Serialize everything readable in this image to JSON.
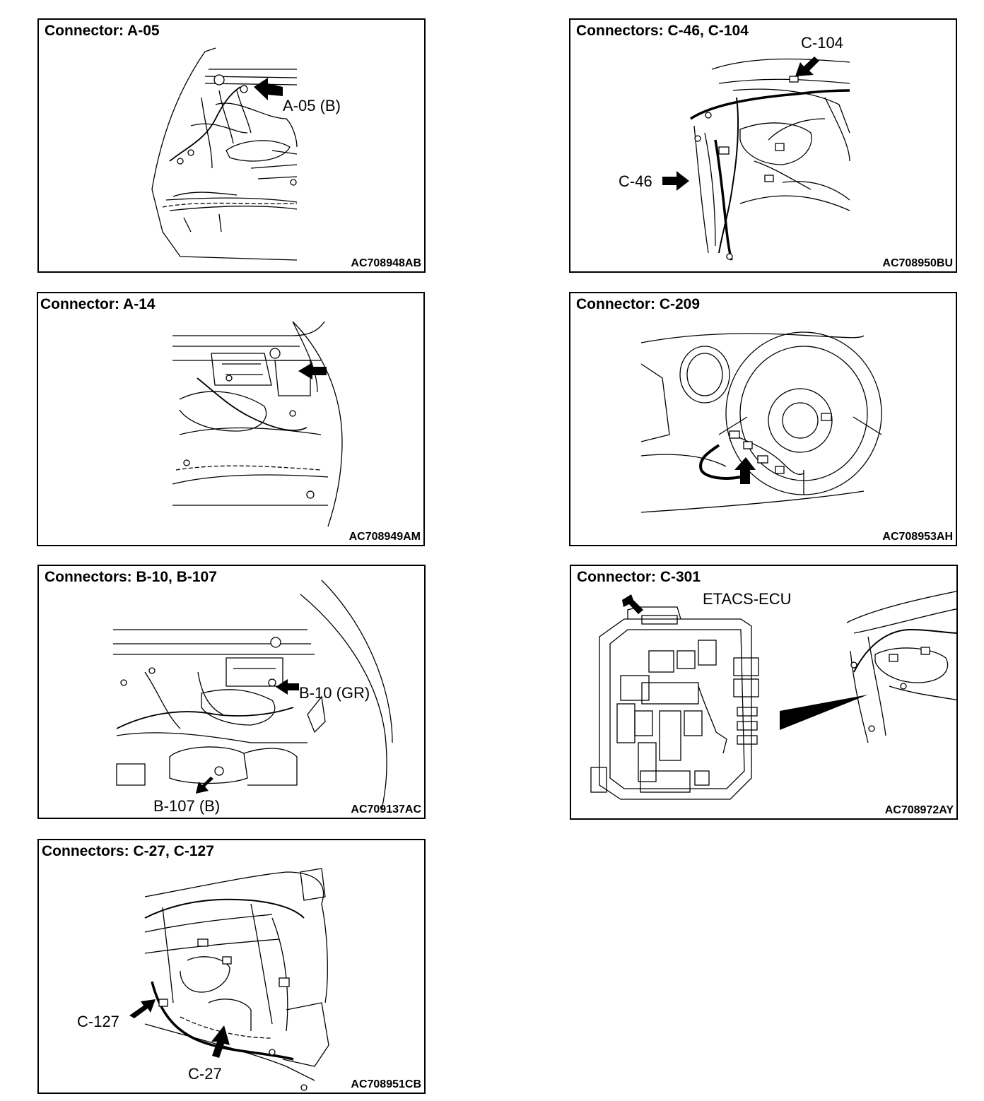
{
  "panels": [
    {
      "title": "Connector: A-05",
      "code": "AC708948AB",
      "callouts": [
        "A-05 (B)"
      ]
    },
    {
      "title": "Connectors: C-46, C-104",
      "code": "AC708950BU",
      "callouts": [
        "C-104",
        "C-46"
      ]
    },
    {
      "title": "Connector: A-14",
      "code": "AC708949AM",
      "callouts": []
    },
    {
      "title": "Connector: C-209",
      "code": "AC708953AH",
      "callouts": []
    },
    {
      "title": "Connectors: B-10, B-107",
      "code": "AC709137AC",
      "callouts": [
        "B-10 (GR)",
        "B-107 (B)"
      ]
    },
    {
      "title": "Connector: C-301",
      "code": "AC708972AY",
      "callouts": [
        "ETACS-ECU"
      ]
    },
    {
      "title": "Connectors: C-27, C-127",
      "code": "AC708951CB",
      "callouts": [
        "C-127",
        "C-27"
      ]
    }
  ]
}
